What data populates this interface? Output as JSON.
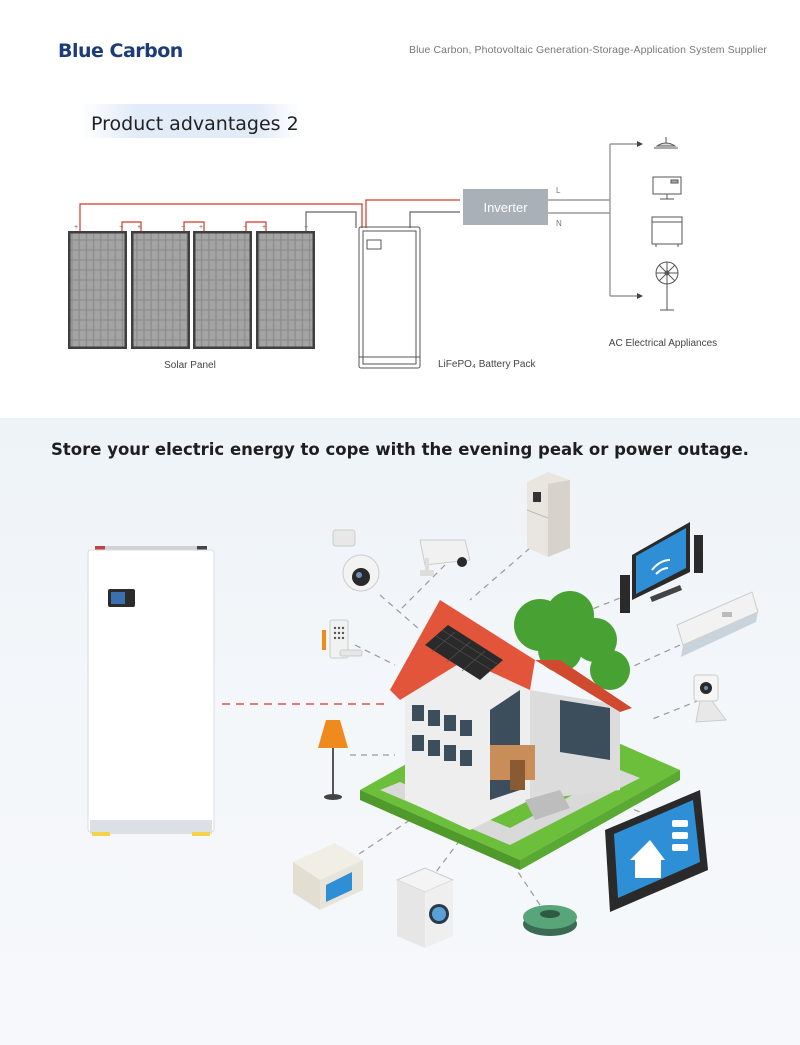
{
  "header": {
    "brand": "Blue Carbon",
    "tagline": "Blue Carbon, Photovoltaic Generation-Storage-Application System Supplier"
  },
  "advantages": {
    "title": "Product advantages  2"
  },
  "diagram": {
    "solar_panel_label": "Solar Panel",
    "battery_label": "LiFePO₄ Battery Pack",
    "inverter_label": "Inverter",
    "line_l": "L",
    "line_n": "N",
    "appliances_label": "AC Electrical Appliances",
    "plus": "+",
    "minus": "−"
  },
  "scene": {
    "headline": "Store your electric energy to cope with the evening peak or power outage."
  },
  "colors": {
    "brand": "#1d3b78",
    "inverter": "#a9b0b8",
    "wire_red": "#d23a2a",
    "roof": "#e2553a",
    "grass": "#6cbf3a",
    "tree": "#48a233",
    "tv_screen": "#2f8fd6",
    "lamp": "#ef8a1d"
  },
  "icons": [
    "ceiling-lamp-icon",
    "monitor-icon",
    "microwave-icon",
    "fan-icon",
    "camera-icon",
    "fridge-icon",
    "tv-icon",
    "air-conditioner-icon",
    "smart-speaker-icon",
    "tablet-icon",
    "robot-vacuum-icon",
    "washing-machine-icon",
    "floor-lamp-icon",
    "smart-lock-icon"
  ]
}
